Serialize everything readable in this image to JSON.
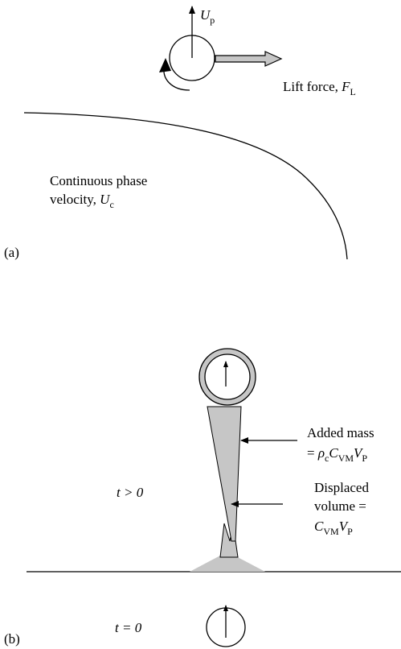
{
  "panel_a": {
    "panel_label": "(a)",
    "particle_velocity": {
      "symbol": "U",
      "subscript": "p"
    },
    "lift_force": {
      "text": "Lift force, ",
      "symbol": "F",
      "subscript": "L"
    },
    "continuous_phase": {
      "line1": "Continuous phase",
      "line2": "velocity, ",
      "symbol": "U",
      "subscript": "c"
    }
  },
  "panel_b": {
    "panel_label": "(b)",
    "time_after": "t > 0",
    "time_zero": "t = 0",
    "added_mass": {
      "line1": "Added mass",
      "eq": "= ",
      "rho": "ρ",
      "rho_sub": "c",
      "c": "C",
      "c_sub": "VM",
      "v": "V",
      "v_sub": "P"
    },
    "displaced_volume": {
      "line1": "Displaced",
      "line2": "volume =",
      "c": "C",
      "c_sub": "VM",
      "v": "V",
      "v_sub": "P"
    }
  },
  "colors": {
    "fill_gray": "#c6c6c6",
    "stroke": "#000000",
    "background": "#ffffff"
  }
}
